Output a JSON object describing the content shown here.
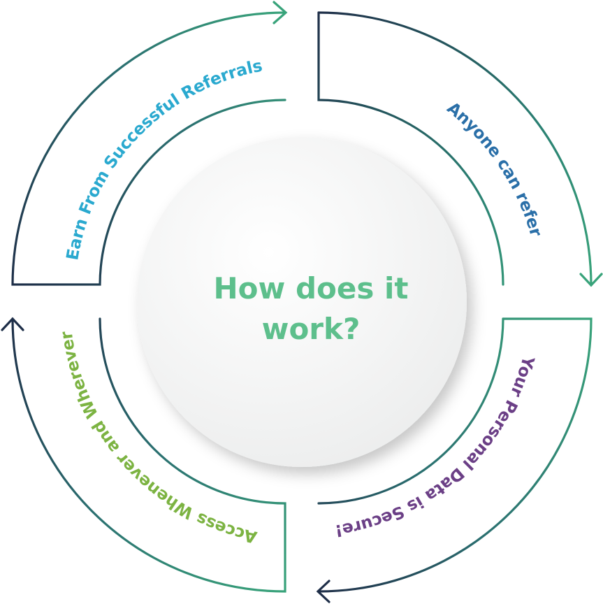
{
  "center": {
    "line1": "How does it",
    "line2": "work?"
  },
  "segments": [
    {
      "id": "top-right",
      "label": "Anyone can refer",
      "color": "#2a6fa8"
    },
    {
      "id": "bottom-right",
      "label": "Your Personal Data is Secure!",
      "color": "#6b3f86"
    },
    {
      "id": "bottom-left",
      "label": "Access Whenever and Wherever",
      "color": "#7cb342"
    },
    {
      "id": "top-left",
      "label": "Earn From Successful Referrals",
      "color": "#2aa9cf"
    }
  ],
  "colors": {
    "navy": "#1e2e48",
    "teal": "#2a8a74",
    "green": "#3a9a76",
    "center_text": "#5dbf8c",
    "center_fill": "#f3f4f4"
  }
}
